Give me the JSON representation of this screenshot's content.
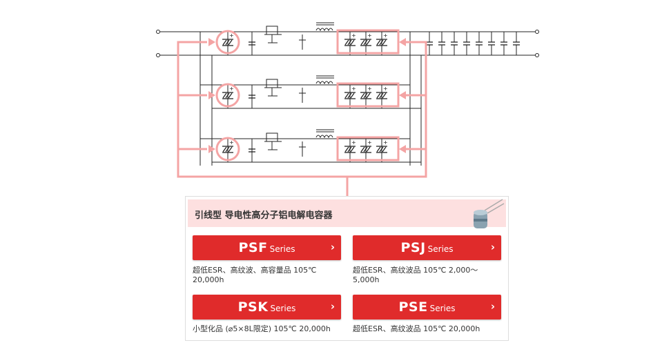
{
  "panel": {
    "title": "引线型 导电性高分子铝电解电容器",
    "series": [
      {
        "name": "PSF",
        "suffix": "Series",
        "desc": "超低ESR、高纹波、高容量品 105℃ 20,000h"
      },
      {
        "name": "PSJ",
        "suffix": "Series",
        "desc": "超低ESR、高纹波品 105℃ 2,000～5,000h"
      },
      {
        "name": "PSK",
        "suffix": "Series",
        "desc": "小型化品 (⌀5×8L限定) 105℃ 20,000h"
      },
      {
        "name": "PSE",
        "suffix": "Series",
        "desc": "超低ESR、高纹波品 105℃ 20,000h"
      }
    ]
  },
  "colors": {
    "accent": "#e02b2b",
    "highlight": "#f4a4a4",
    "header_bg": "#fde0e0",
    "line": "#222222"
  },
  "icons": [
    "capacitor-photo-icon",
    "chevron-right-icon"
  ]
}
